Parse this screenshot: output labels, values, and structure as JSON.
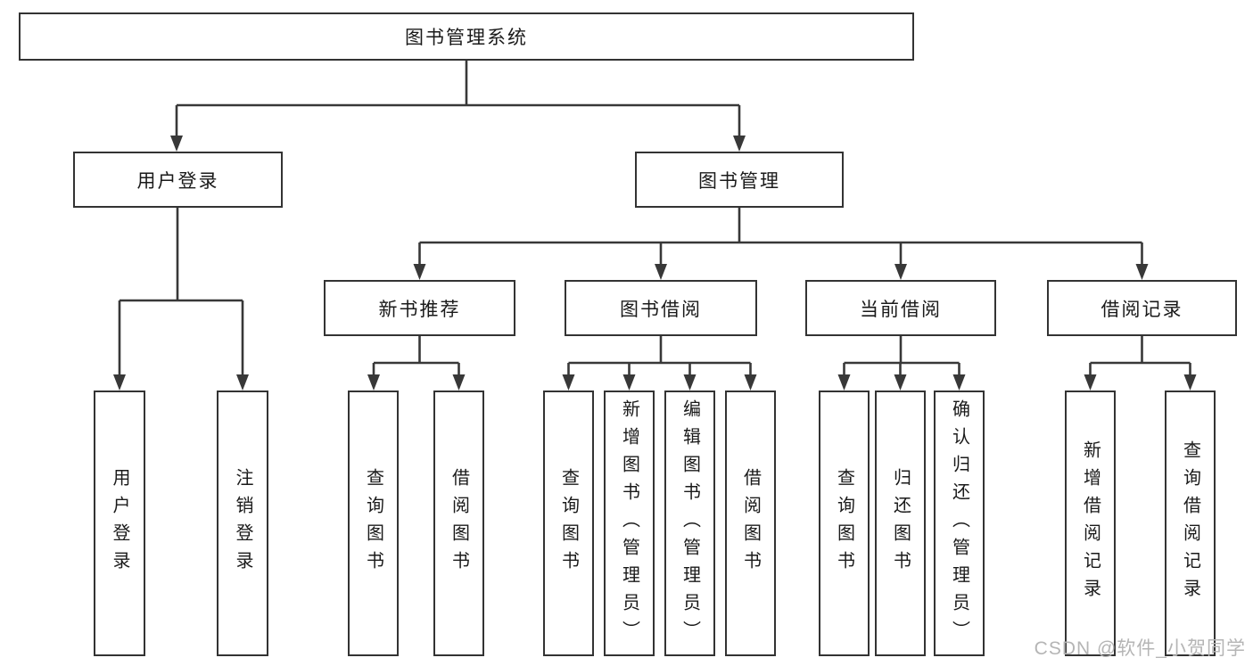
{
  "tree": {
    "root": {
      "label": "图书管理系统"
    },
    "level2": [
      {
        "label": "用户登录",
        "children": [
          {
            "label": "用户登录"
          },
          {
            "label": "注销登录"
          }
        ]
      },
      {
        "label": "图书管理",
        "children": [
          {
            "label": "新书推荐",
            "children": [
              {
                "label": "查询图书"
              },
              {
                "label": "借阅图书"
              }
            ]
          },
          {
            "label": "图书借阅",
            "children": [
              {
                "label": "查询图书"
              },
              {
                "label": "新增图书（管理员）"
              },
              {
                "label": "编辑图书（管理员）"
              },
              {
                "label": "借阅图书"
              }
            ]
          },
          {
            "label": "当前借阅",
            "children": [
              {
                "label": "查询图书"
              },
              {
                "label": "归还图书"
              },
              {
                "label": "确认归还（管理员）"
              }
            ]
          },
          {
            "label": "借阅记录",
            "children": [
              {
                "label": "新增借阅记录"
              },
              {
                "label": "查询借阅记录"
              }
            ]
          }
        ]
      }
    ]
  },
  "watermark": {
    "text": "CSDN @软件_小贺同学",
    "color": "#b5b5b5"
  },
  "colors": {
    "line": "#383838",
    "box_border": "#333333",
    "text": "#1a1a1a",
    "background": "#ffffff"
  }
}
